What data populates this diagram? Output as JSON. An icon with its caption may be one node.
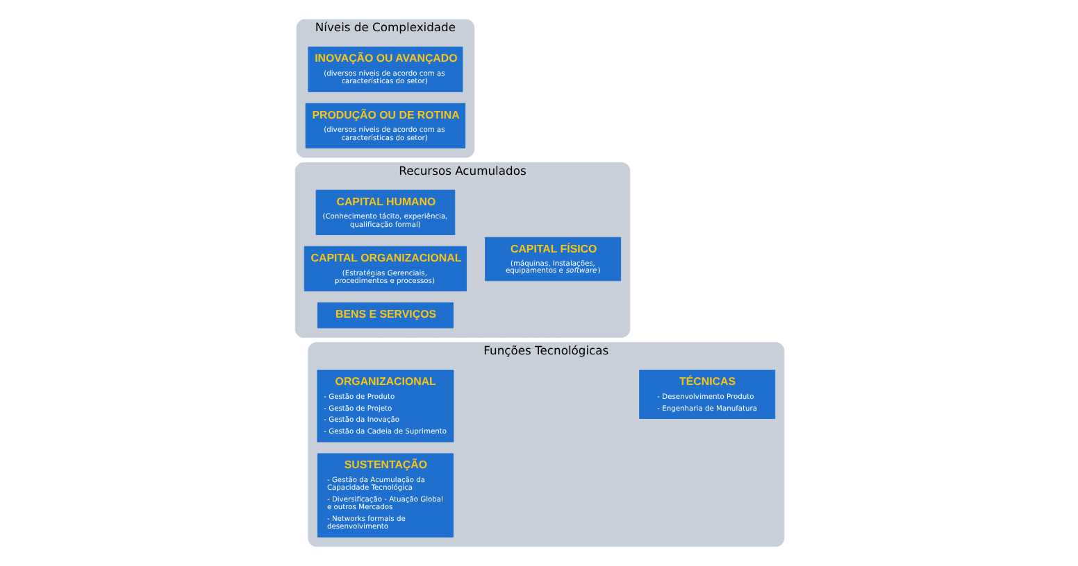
{
  "diagram": {
    "nodes": [
      {
        "text": [
          "Níveis de Complexidade"
        ]
      },
      {
        "text": [
          "INOVAÇÃO OU AVANÇADO",
          "(diversos níveis de acordo com as características do setor)"
        ],
        "in": 0
      },
      {
        "text": [
          "PRODUÇÃO OU DE ROTINA",
          "(diversos níveis de acordo com as características do setor)"
        ],
        "in": 0
      },
      {
        "text": [
          "Recursos Acumulados"
        ]
      },
      {
        "text": [
          "CAPITAL FÍSICO",
          "(máquinas, Instalações, equipamentos e *software*)"
        ],
        "in": 3
      },
      {
        "text": [
          "CAPITAL HUMANO",
          "(Conhecimento tácito, experiência, qualificação formal)"
        ],
        "in": 3
      },
      {
        "text": [
          "CAPITAL ORGANIZACIONAL",
          "(Estratégias Gerenciais, procedimentos e processos)"
        ],
        "in": 3
      },
      {
        "text": [
          "BENS E SERVIÇOS"
        ],
        "in": 3
      },
      {
        "text": [
          "Funções Tecnológicas"
        ]
      },
      {
        "text": [
          "TÉCNICAS",
          "- Desenvolvimento Produto",
          "- Engenharia de Manufatura"
        ],
        "in": 8
      },
      {
        "text": [
          "ORGANIZACIONAL",
          "- Gestão de Produto",
          "- Gestão de Projeto",
          "- Gestão da Inovação",
          "- Gestão da Cadeia de Suprimento"
        ],
        "in": 8
      },
      {
        "text": [
          "SUSTENTAÇÃO",
          "- Gestão da Acumulação da Capacidade Tecnológica",
          "- Diversificação - Atuação Global e outros Mercados",
          "- Networks formais de desenvolvimento"
        ],
        "in": 8
      }
    ],
    "edges": []
  }
}
